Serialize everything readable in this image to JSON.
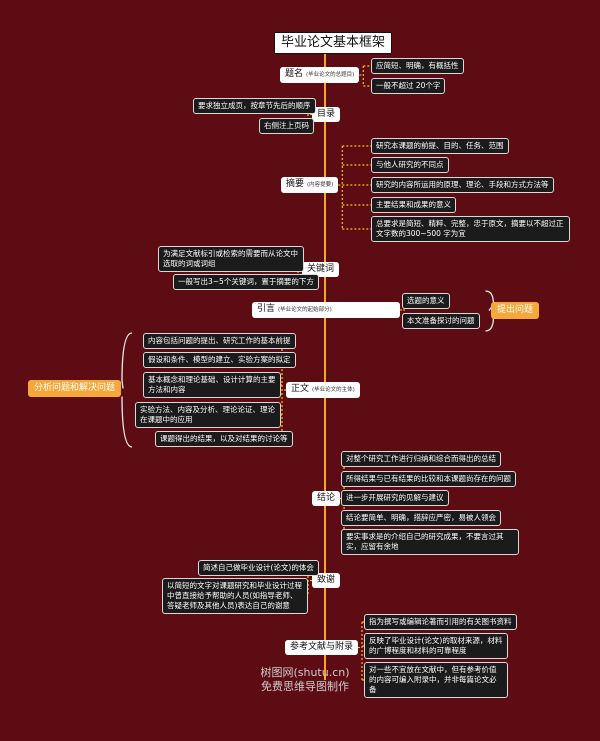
{
  "title": "毕业论文基本框架",
  "sections": {
    "title_block": {
      "label": "题名",
      "sub": "(毕业论文的总题目)",
      "items": [
        "应简短、明确，有概括性",
        "一般不超过 20个字"
      ]
    },
    "toc": {
      "label": "目录",
      "items": [
        "要求独立成页，按章节先后的顺序",
        "右侧注上页码"
      ]
    },
    "abstract": {
      "label": "摘要",
      "sub": "(内容提要)",
      "items": [
        "研究本课题的前提、目的、任务、范围",
        "与他人研究的不同点",
        "研究的内容所运用的原理、理论、手段和方式方法等",
        "主要结果和成果的意义",
        "总要求是简短、精粹、完整，忠于原文，摘要以不超过正文字数的300~500 字为宜"
      ]
    },
    "keywords": {
      "label": "关键词",
      "items": [
        "为满足文献标引或检索的需要而从论文中选取的词或词组",
        "一般写出3~5个关键词，置于摘要的下方"
      ]
    },
    "intro": {
      "label": "引言",
      "sub": "(毕业论文的起始部分)",
      "items": [
        "选题的意义",
        "本文准备探讨的问题"
      ],
      "side_label": "提出问题"
    },
    "body": {
      "label": "正文",
      "sub": "(毕业论文的主体)",
      "items": [
        "内容包括问题的提出、研究工作的基本前提",
        "假设和条件、模型的建立、实验方案的拟定",
        "基本概念和理论基础、设计计算的主要方法和内容",
        "实验方法、内容及分析、理论论证、理论在课题中的应用",
        "课题得出的结果，以及对结果的讨论等"
      ],
      "side_label": "分析问题和解决问题"
    },
    "conclusion": {
      "label": "结论",
      "items": [
        "对整个研究工作进行归纳和综合而得出的总结",
        "所得结果与已有结果的比较和本课题尚存在的问题",
        "进一步开展研究的见解与建议",
        "结论要简单、明确，措辞应严密，易被人领会",
        "要实事求是的介绍自己的研究成果，不要言过其实，应留有余地"
      ]
    },
    "ack": {
      "label": "致谢",
      "items": [
        "简述自己做毕业设计(论文)的体会",
        "以简短的文字对课题研究和毕业设计过程中曾直接给予帮助的人员(如指导老师、答疑老师及其他人员)表达自己的谢意"
      ]
    },
    "refs": {
      "label": "参考文献与附录",
      "items": [
        "指为撰写或编辑论著而引用的有关图书资料",
        "反映了毕业设计(论文)的取材来源，材料的广博程度和材料的可靠程度",
        "对一些不宜放在文献中，但有参考价值的内容可编入附录中，并非每篇论文必备"
      ]
    }
  },
  "watermark": {
    "line1": "树图网(shutu.cn)",
    "line2": "免费思维导图制作"
  },
  "colors": {
    "background": "#5e0c14",
    "trunk": "#f5a623",
    "connector": "#f5c200",
    "accent": "#f4a83a",
    "node": "#1b1b1b"
  }
}
